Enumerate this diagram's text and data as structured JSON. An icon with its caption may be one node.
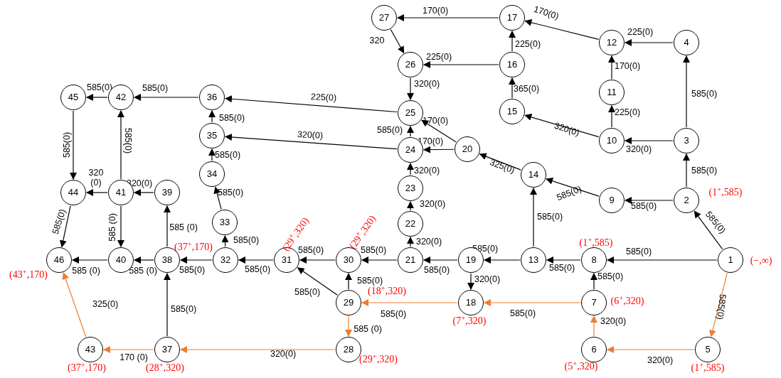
{
  "diagram": {
    "nodes": [
      {
        "text": [
          "1"
        ],
        "beside": [
          "(−,∞)"
        ]
      },
      {
        "text": [
          "2"
        ],
        "beside": [
          "(1$^{+}$,585)"
        ]
      },
      {
        "text": [
          "3"
        ]
      },
      {
        "text": [
          "4"
        ]
      },
      {
        "text": [
          "5"
        ],
        "beside": [
          "(1$^{+}$,585)"
        ]
      },
      {
        "text": [
          "6"
        ],
        "beside": [
          "(5$^{+}$,320)"
        ]
      },
      {
        "text": [
          "7"
        ],
        "beside": [
          "(6$^{+}$,320)"
        ]
      },
      {
        "text": [
          "8"
        ],
        "beside": [
          "(1$^{+}$,585)"
        ]
      },
      {
        "text": [
          "9"
        ]
      },
      {
        "text": [
          "10"
        ]
      },
      {
        "text": [
          "11"
        ]
      },
      {
        "text": [
          "12"
        ]
      },
      {
        "text": [
          "13"
        ]
      },
      {
        "text": [
          "14"
        ]
      },
      {
        "text": [
          "15"
        ]
      },
      {
        "text": [
          "16"
        ]
      },
      {
        "text": [
          "17"
        ]
      },
      {
        "text": [
          "18"
        ],
        "beside": [
          "(7$^{+}$,320)"
        ]
      },
      {
        "text": [
          "19"
        ]
      },
      {
        "text": [
          "20"
        ]
      },
      {
        "text": [
          "21"
        ]
      },
      {
        "text": [
          "22"
        ]
      },
      {
        "text": [
          "23"
        ]
      },
      {
        "text": [
          "24"
        ]
      },
      {
        "text": [
          "25"
        ]
      },
      {
        "text": [
          "26"
        ]
      },
      {
        "text": [
          "27"
        ]
      },
      {
        "text": [
          "28"
        ],
        "beside": [
          "(29$^{+}$,320)"
        ]
      },
      {
        "text": [
          "29"
        ],
        "beside": [
          "(18$^{+}$,320)"
        ]
      },
      {
        "text": [
          "30"
        ],
        "beside": [
          "(29$^{+}$,320)"
        ]
      },
      {
        "text": [
          "31"
        ],
        "beside": [
          "(29$^{+}$,320)"
        ]
      },
      {
        "text": [
          "32"
        ]
      },
      {
        "text": [
          "33"
        ]
      },
      {
        "text": [
          "34"
        ]
      },
      {
        "text": [
          "35"
        ]
      },
      {
        "text": [
          "36"
        ]
      },
      {
        "text": [
          "37"
        ],
        "beside": [
          "(28$^{+}$,320)"
        ]
      },
      {
        "text": [
          "38"
        ],
        "beside": [
          "(37$^{+}$,170)"
        ]
      },
      {
        "text": [
          "39"
        ]
      },
      {
        "text": [
          "40"
        ]
      },
      {
        "text": [
          "41"
        ]
      },
      {
        "text": [
          "42"
        ]
      },
      {
        "text": [
          "43"
        ],
        "beside": [
          "(37$^{+}$,170)"
        ]
      },
      {
        "text": [
          "44"
        ]
      },
      {
        "text": [
          "45"
        ]
      },
      {
        "text": [
          "46"
        ],
        "beside": [
          "(43$^{+}$,170)"
        ]
      }
    ],
    "edges": [
      {
        "from": 0,
        "to": 1,
        "arrow": "to",
        "label": "585(0)"
      },
      {
        "from": 0,
        "to": 7,
        "arrow": "to",
        "label": "585(0)"
      },
      {
        "from": 0,
        "to": 4,
        "arrow": "to",
        "label": "585(0)",
        "color": "#ed7d31"
      },
      {
        "from": 4,
        "to": 5,
        "arrow": "to",
        "label": "320(0)",
        "color": "#ed7d31"
      },
      {
        "from": 5,
        "to": 6,
        "arrow": "to",
        "label": "320(0)",
        "color": "#ed7d31"
      },
      {
        "from": 6,
        "to": 7,
        "arrow": "to",
        "label": "585(0)"
      },
      {
        "from": 6,
        "to": 17,
        "arrow": "to",
        "label": "585(0)",
        "color": "#ed7d31"
      },
      {
        "from": 1,
        "to": 2,
        "arrow": "to",
        "label": "585(0)"
      },
      {
        "from": 1,
        "to": 8,
        "arrow": "to",
        "label": "585(0)"
      },
      {
        "from": 2,
        "to": 3,
        "arrow": "to",
        "label": "585(0)"
      },
      {
        "from": 2,
        "to": 9,
        "arrow": "to",
        "label": "320(0)"
      },
      {
        "from": 3,
        "to": 11,
        "arrow": "to",
        "label": "225(0)"
      },
      {
        "from": 9,
        "to": 10,
        "arrow": "to",
        "label": "225(0)"
      },
      {
        "from": 10,
        "to": 11,
        "arrow": "to",
        "label": "170(0)"
      },
      {
        "from": 9,
        "to": 14,
        "arrow": "to",
        "label": "320(0)"
      },
      {
        "from": 11,
        "to": 16,
        "arrow": "to",
        "label": "170(0)"
      },
      {
        "from": 8,
        "to": 13,
        "arrow": "to",
        "label": "585(0)"
      },
      {
        "from": 7,
        "to": 12,
        "arrow": "to",
        "label": "585(0)"
      },
      {
        "from": 12,
        "to": 13,
        "arrow": "to",
        "label": "585(0)"
      },
      {
        "from": 12,
        "to": 18,
        "arrow": "to",
        "label": "585(0)"
      },
      {
        "from": 13,
        "to": 19,
        "arrow": "to",
        "label": "325(0)"
      },
      {
        "from": 14,
        "to": 15,
        "arrow": "to",
        "label": "365(0)"
      },
      {
        "from": 15,
        "to": 16,
        "arrow": "to",
        "label": "225(0)"
      },
      {
        "from": 15,
        "to": 25,
        "arrow": "to",
        "label": "225(0)"
      },
      {
        "from": 16,
        "to": 26,
        "arrow": "to",
        "label": "170(0)"
      },
      {
        "from": 26,
        "to": 25,
        "arrow": "to",
        "label": "320"
      },
      {
        "from": 25,
        "to": 24,
        "arrow": "to",
        "label": "320(0)"
      },
      {
        "from": 19,
        "to": 24,
        "arrow": "to",
        "label": "170(0)"
      },
      {
        "from": 19,
        "to": 23,
        "arrow": "to",
        "label": "170(0)"
      },
      {
        "from": 23,
        "to": 24,
        "arrow": "to",
        "label": "585(0)"
      },
      {
        "from": 24,
        "to": 35,
        "arrow": "to",
        "label": "225(0)"
      },
      {
        "from": 23,
        "to": 34,
        "arrow": "to",
        "label": "320(0)"
      },
      {
        "from": 22,
        "to": 23,
        "arrow": "to",
        "label": "320(0)"
      },
      {
        "from": 21,
        "to": 22,
        "arrow": "to",
        "label": "320(0)"
      },
      {
        "from": 20,
        "to": 21,
        "arrow": "to",
        "label": "320(0)"
      },
      {
        "from": 18,
        "to": 20,
        "arrow": "to",
        "label": "585(0)"
      },
      {
        "from": 18,
        "to": 17,
        "arrow": "to",
        "label": "320(0)"
      },
      {
        "from": 17,
        "to": 28,
        "arrow": "to",
        "label": "585(0)",
        "color": "#ed7d31"
      },
      {
        "from": 20,
        "to": 29,
        "arrow": "to",
        "label": "585(0)"
      },
      {
        "from": 28,
        "to": 29,
        "arrow": "to",
        "label": "585(0)"
      },
      {
        "from": 28,
        "to": 30,
        "arrow": "to",
        "label": "585(0)"
      },
      {
        "from": 29,
        "to": 30,
        "arrow": "to",
        "label": "585(0)"
      },
      {
        "from": 28,
        "to": 27,
        "arrow": "to",
        "label": "585 (0)",
        "color": "#ed7d31"
      },
      {
        "from": 27,
        "to": 36,
        "arrow": "to",
        "label": "320(0)",
        "color": "#ed7d31"
      },
      {
        "from": 30,
        "to": 31,
        "arrow": "to",
        "label": "585(0)"
      },
      {
        "from": 31,
        "to": 32,
        "arrow": "to",
        "label": "585(0)"
      },
      {
        "from": 32,
        "to": 33,
        "arrow": "to",
        "label": "585(0)"
      },
      {
        "from": 33,
        "to": 34,
        "arrow": "to",
        "label": "585(0)"
      },
      {
        "from": 34,
        "to": 35,
        "arrow": "to",
        "label": "585(0)"
      },
      {
        "from": 35,
        "to": 41,
        "arrow": "to",
        "label": "585(0)"
      },
      {
        "from": 41,
        "to": 44,
        "arrow": "to",
        "label": "585(0)"
      },
      {
        "from": 44,
        "to": 43,
        "arrow": "to",
        "label": "585(0)"
      },
      {
        "from": 31,
        "to": 37,
        "arrow": "to",
        "label": "585(0)"
      },
      {
        "from": 36,
        "to": 37,
        "arrow": "to",
        "label": "585(0)"
      },
      {
        "from": 36,
        "to": 42,
        "arrow": "to",
        "label": "170 (0)",
        "color": "#ed7d31"
      },
      {
        "from": 42,
        "to": 45,
        "arrow": "to",
        "label": "325(0)",
        "color": "#ed7d31"
      },
      {
        "from": 37,
        "to": 38,
        "arrow": "to",
        "label": "585 (0)"
      },
      {
        "from": 37,
        "to": 39,
        "arrow": "to",
        "label": "585 (0)"
      },
      {
        "from": 39,
        "to": 45,
        "arrow": "to",
        "label": "585 (0)"
      },
      {
        "from": 38,
        "to": 40,
        "arrow": "to",
        "label": "320(0)"
      },
      {
        "from": 40,
        "to": 43,
        "arrow": "to",
        "label": "320 (0)"
      },
      {
        "from": 40,
        "to": 41,
        "arrow": "to",
        "label": "585(0)"
      },
      {
        "from": 40,
        "to": 39,
        "arrow": "to",
        "label": "585 (0)"
      },
      {
        "from": 43,
        "to": 45,
        "arrow": "to",
        "label": "585(0)"
      }
    ]
  }
}
